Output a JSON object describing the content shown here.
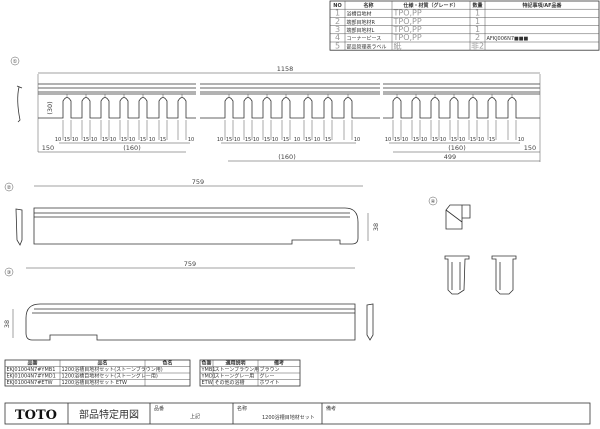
{
  "parts_table": {
    "headers": [
      "NO",
      "名称",
      "仕様・材質（グレード）",
      "数量",
      "特記事項/AF品番"
    ],
    "rows": [
      [
        "1",
        "浴槽目地材",
        "TPO,PP",
        "1",
        ""
      ],
      [
        "2",
        "端部目地材R",
        "TPO,PP",
        "1",
        ""
      ],
      [
        "3",
        "端部目地材L",
        "TPO,PP",
        "1",
        ""
      ],
      [
        "4",
        "コーナーピース",
        "TPO,PP",
        "2",
        "AFKJ006N7■■■"
      ],
      [
        "5",
        "部品管理表ラベル",
        "紙",
        "非2",
        ""
      ]
    ]
  },
  "drawing1": {
    "label": "①",
    "overall": "1158",
    "height": "(30)",
    "pitch_labels": [
      "10",
      "15",
      "10",
      "15",
      "10",
      "15",
      "10",
      "15",
      "10",
      "15",
      "10",
      "15",
      "10"
    ],
    "left_offset": "150",
    "right_offset": "150",
    "span": "(160)",
    "right_length": "499"
  },
  "drawing2": {
    "label": "②",
    "length": "759",
    "height": "38"
  },
  "drawing3": {
    "label": "③",
    "length": "759",
    "height": "38"
  },
  "drawing4": {
    "label": "④"
  },
  "product_table": {
    "headers": [
      "品番",
      "品名",
      "色名"
    ],
    "rows": [
      [
        "EKJ01004N7#YMB1",
        "1200浴槽目地材セット(ストーンブラウン用)",
        ""
      ],
      [
        "EKJ01004N7#YMD1",
        "1200浴槽目地材セット(ストーングレー用)",
        ""
      ],
      [
        "EKJ01004N7#ETW",
        "1200浴槽目地材セット ETW",
        ""
      ]
    ]
  },
  "color_table": {
    "headers": [
      "色番",
      "適用説明",
      "備考"
    ],
    "rows": [
      [
        "YMB1",
        "ストーンブラウン用",
        "ブラウン"
      ],
      [
        "YMD1",
        "ストーングレー用",
        "グレー"
      ],
      [
        "ETW",
        "その他の浴槽",
        "ホワイト"
      ]
    ]
  },
  "title_block": {
    "logo": "TOTO",
    "doc_title": "部品特定用図",
    "part_no_label": "品番",
    "part_no_value": "上記",
    "name_label": "名称",
    "name_value": "1200浴槽目地材セット",
    "remarks_label": "備考"
  }
}
